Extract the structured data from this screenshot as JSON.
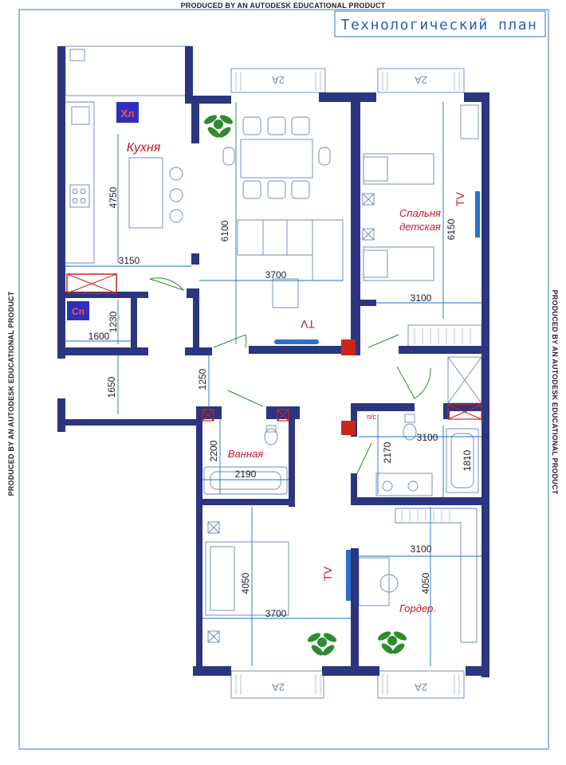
{
  "title": "Технологический план",
  "watermarks": {
    "top": "PRODUCED BY AN AUTODESK EDUCATIONAL PRODUCT",
    "left": "PRODUCED BY AN AUTODESK EDUCATIONAL PRODUCT",
    "right": "PRODUCED BY AN AUTODESK EDUCATIONAL PRODUCT"
  },
  "rooms": {
    "kitchen": "Кухня",
    "children_bedroom_line1": "Спальня",
    "children_bedroom_line2": "детская",
    "bathroom": "Ванная",
    "wardrobe": "Гордер."
  },
  "labels": {
    "fridge": "Хл",
    "water_heater": "Сп",
    "bathroom_small": "п/с",
    "tv": "TV",
    "window_mark": "2А"
  },
  "dimensions": {
    "kitchen_height": "4750",
    "kitchen_width": "3150",
    "pantry_height": "1230",
    "pantry_width": "1600",
    "living_height": "6100",
    "living_width": "3700",
    "bedroom_height": "6150",
    "bedroom_width": "3100",
    "hall_left": "1650",
    "hall_center": "1250",
    "bath_height": "2200",
    "bath_width": "2190",
    "wc_height": "2170",
    "wc_width": "3100",
    "shower_height": "1810",
    "room_bl_height": "4050",
    "room_bl_width": "3700",
    "room_br_height": "4050",
    "room_br_width": "3100"
  },
  "colors": {
    "wall": "#2b3580",
    "dimension": "#1d6fc9",
    "thin_line": "#5a7fb8",
    "room_text": "#c0182a",
    "accent_red": "#c8271a",
    "plant": "#2e8b2e",
    "frame": "#3b6fc7"
  }
}
